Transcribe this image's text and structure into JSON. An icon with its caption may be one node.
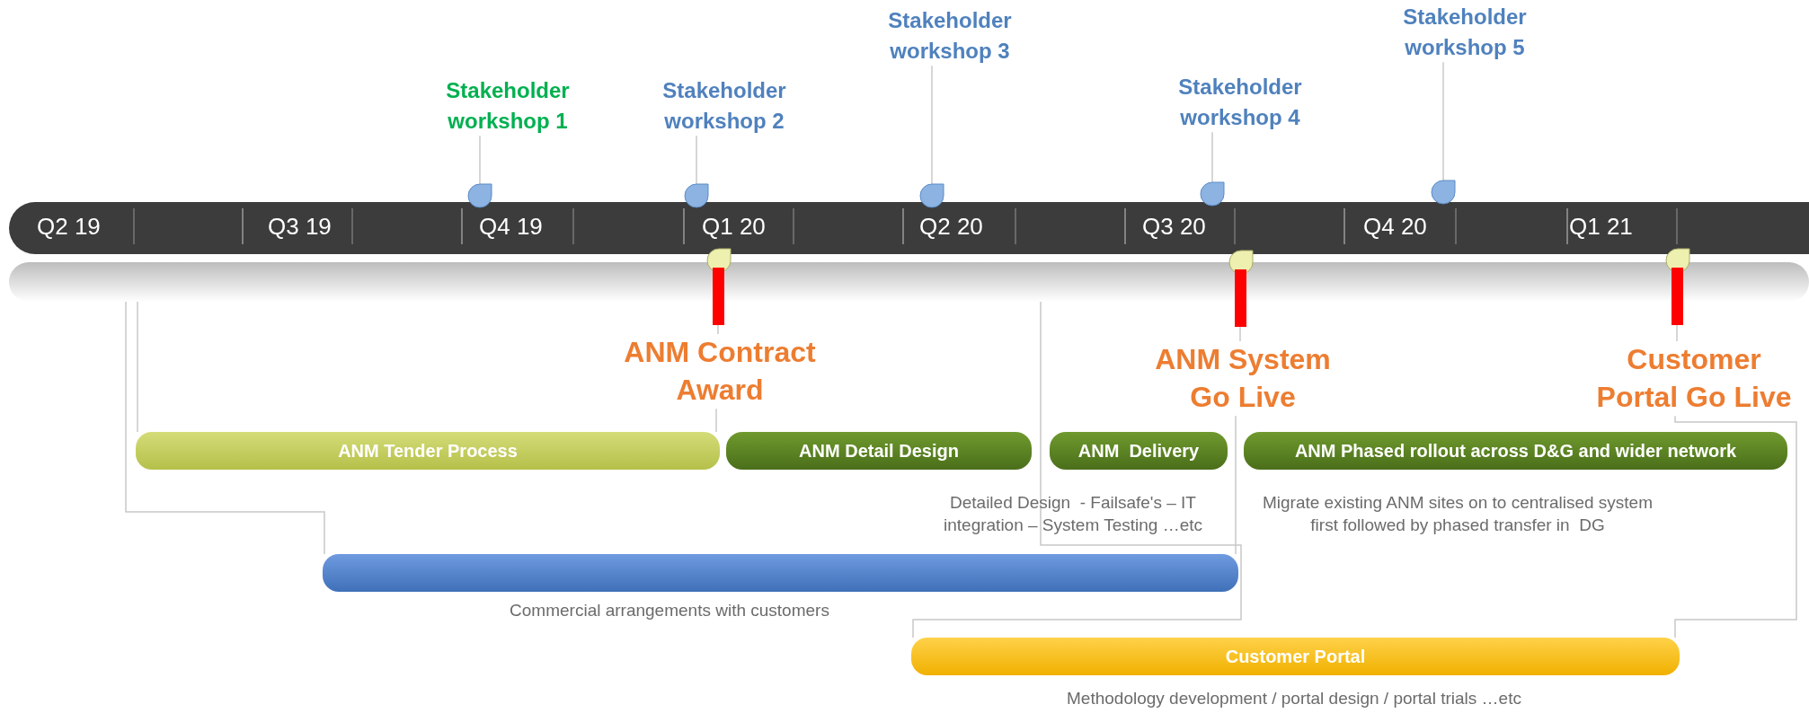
{
  "diagram": {
    "nodes": [
      {
        "text": [
          "Stakeholder workshop 1"
        ]
      },
      {
        "text": [
          "Stakeholder workshop 2"
        ]
      },
      {
        "text": [
          "Stakeholder workshop 3"
        ]
      },
      {
        "text": [
          "Stakeholder workshop 4"
        ]
      },
      {
        "text": [
          "Stakeholder workshop 5"
        ]
      },
      {
        "text": [],
        "shape": "circle"
      },
      {
        "text": [],
        "shape": "circle"
      },
      {
        "text": [],
        "shape": "circle"
      },
      {
        "text": [],
        "shape": "circle"
      },
      {
        "text": [],
        "shape": "circle"
      },
      {
        "text": [],
        "shape": "bar"
      },
      {
        "text": [],
        "shape": "flag"
      },
      {
        "text": [],
        "shape": "flag"
      },
      {
        "text": [],
        "shape": "flag"
      },
      {
        "text": [
          "ANM Contract Award"
        ]
      },
      {
        "text": [
          "ANM System Go Live"
        ]
      },
      {
        "text": [
          "Customer Portal Go Live"
        ]
      },
      {
        "text": [
          "ANM Tender Process"
        ]
      },
      {
        "text": [
          "ANM Detail Design"
        ],
        "beside": [
          "Detailed Design  - Failsafe's – IT integration – System Testing …etc"
        ]
      },
      {
        "text": [
          "ANM  Delivery"
        ]
      },
      {
        "text": [
          "ANM Phased rollout across D&G and wider network"
        ],
        "beside": [
          "Migrate existing ANM sites on to centralised system first followed by phased transfer in  DG"
        ]
      },
      {
        "text": [],
        "shape": "bar",
        "beside": [
          "Commercial arrangements with customers"
        ]
      },
      {
        "text": [
          "Customer Portal"
        ],
        "beside": [
          "Methodology development / portal design / portal trials …etc"
        ]
      }
    ],
    "edges": [
      {
        "from": 0,
        "to": 5,
        "arrow": "none"
      },
      {
        "from": 1,
        "to": 6,
        "arrow": "none"
      },
      {
        "from": 2,
        "to": 7,
        "arrow": "none"
      },
      {
        "from": 3,
        "to": 8,
        "arrow": "none"
      },
      {
        "from": 4,
        "to": 9,
        "arrow": "none"
      },
      {
        "from": 10,
        "to": 17,
        "arrow": "none"
      },
      {
        "from": 10,
        "to": 21,
        "arrow": "none"
      },
      {
        "from": 10,
        "to": 22,
        "arrow": "none"
      },
      {
        "from": 11,
        "to": 14,
        "arrow": "none"
      },
      {
        "from": 12,
        "to": 15,
        "arrow": "none"
      },
      {
        "from": 13,
        "to": 16,
        "arrow": "none"
      },
      {
        "from": 14,
        "to": 17,
        "arrow": "none"
      },
      {
        "from": 15,
        "to": 21,
        "arrow": "none"
      },
      {
        "from": 16,
        "to": 22,
        "arrow": "none"
      }
    ],
    "labels": [
      "Q2 19",
      "Q3 19",
      "Q4 19",
      "Q1 20",
      "Q2 20",
      "Q3 20",
      "Q4 20",
      "Q1 21"
    ]
  }
}
